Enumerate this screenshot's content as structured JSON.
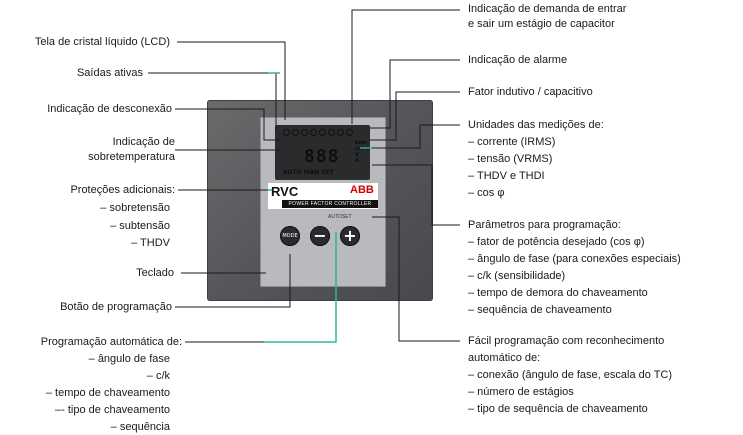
{
  "labels": {
    "lcd": "Tela de cristal líquido (LCD)",
    "saidas": "Saídas ativas",
    "desconexao": "Indicação de desconexão",
    "sobretemp_1": "Indicação de",
    "sobretemp_2": "sobretemperatura",
    "protecoes_title": "Proteções adicionais:",
    "protecoes_items": [
      "– sobretensão",
      "– subtensão",
      "– THDV"
    ],
    "teclado": "Teclado",
    "botao": "Botão de programação",
    "auto_title": "Programação automática de:",
    "auto_items": [
      "– ângulo de fase",
      "– c/k",
      "– tempo de chaveamento",
      "–- tipo de chaveamento",
      "– sequência"
    ],
    "demanda_1": "Indicação de demanda de entrar",
    "demanda_2": "e sair um estágio de capacitor",
    "alarme": "Indicação de alarme",
    "fator": "Fator indutivo / capacitivo",
    "unidades_title": "Unidades das medições de:",
    "unidades_items": [
      "– corrente (IRMS)",
      "– tensão (VRMS)",
      "– THDV e THDI",
      "– cos φ"
    ],
    "parametros_title": "Parâmetros para programação:",
    "parametros_items": [
      "– fator de potência desejado (cos φ)",
      "– ângulo de fase (para conexões especiais)",
      "– c/k (sensibilidade)",
      "– tempo de demora do chaveamento",
      "– sequência de chaveamento"
    ],
    "facil_title": "Fácil programação com reconhecimento",
    "facil_title_2": "automático de:",
    "facil_items": [
      "– conexão (ângulo de fase, escala do TC)",
      "– número de estágios",
      "– tipo de sequência de chaveamento"
    ]
  },
  "device": {
    "brand_name": "RVC",
    "manufacturer": "ABB",
    "product_line": "POWER FACTOR CONTROLLER",
    "display_digits": "888",
    "display_modes": "AUTO MAN SET",
    "autoset_label": "AUTOSET",
    "mode_button": "MODE",
    "minus_button": "−",
    "plus_button": "+"
  }
}
